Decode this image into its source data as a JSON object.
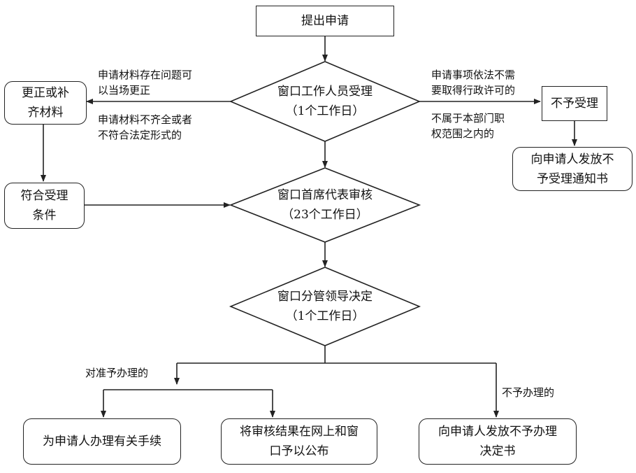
{
  "nodes": {
    "start": "提出申请",
    "window_accept": "窗口工作人员受理\n（1个工作日）",
    "supplement": "更正或补\n齐材料",
    "eligible": "符合受理\n条件",
    "not_accept": "不予受理",
    "notice_not_accept": "向申请人发放不\n予受理通知书",
    "chief_review": "窗口首席代表审核\n（23个工作日）",
    "leader_decide": "窗口分管领导决定\n（1个工作日）",
    "handle_procedures": "为申请人办理有关手续",
    "publish_result": "将审核结果在网上和窗\n口予以公布",
    "decision_refuse": "向申请人发放不予办理\n决定书"
  },
  "labels": {
    "correct_on_site": "申请材料存在问题可\n以当场更正",
    "incomplete": "申请材料不齐全或者\n不符合法定形式的",
    "no_permit_needed": "申请事项依法不需\n要取得行政许可的",
    "out_of_scope": "不属于本部门职\n权范围之内的",
    "approve": "对准予办理的",
    "refuse": "不予办理的"
  },
  "colors": {
    "line": "#222222",
    "fill": "#ffffff",
    "text": "#111111"
  }
}
